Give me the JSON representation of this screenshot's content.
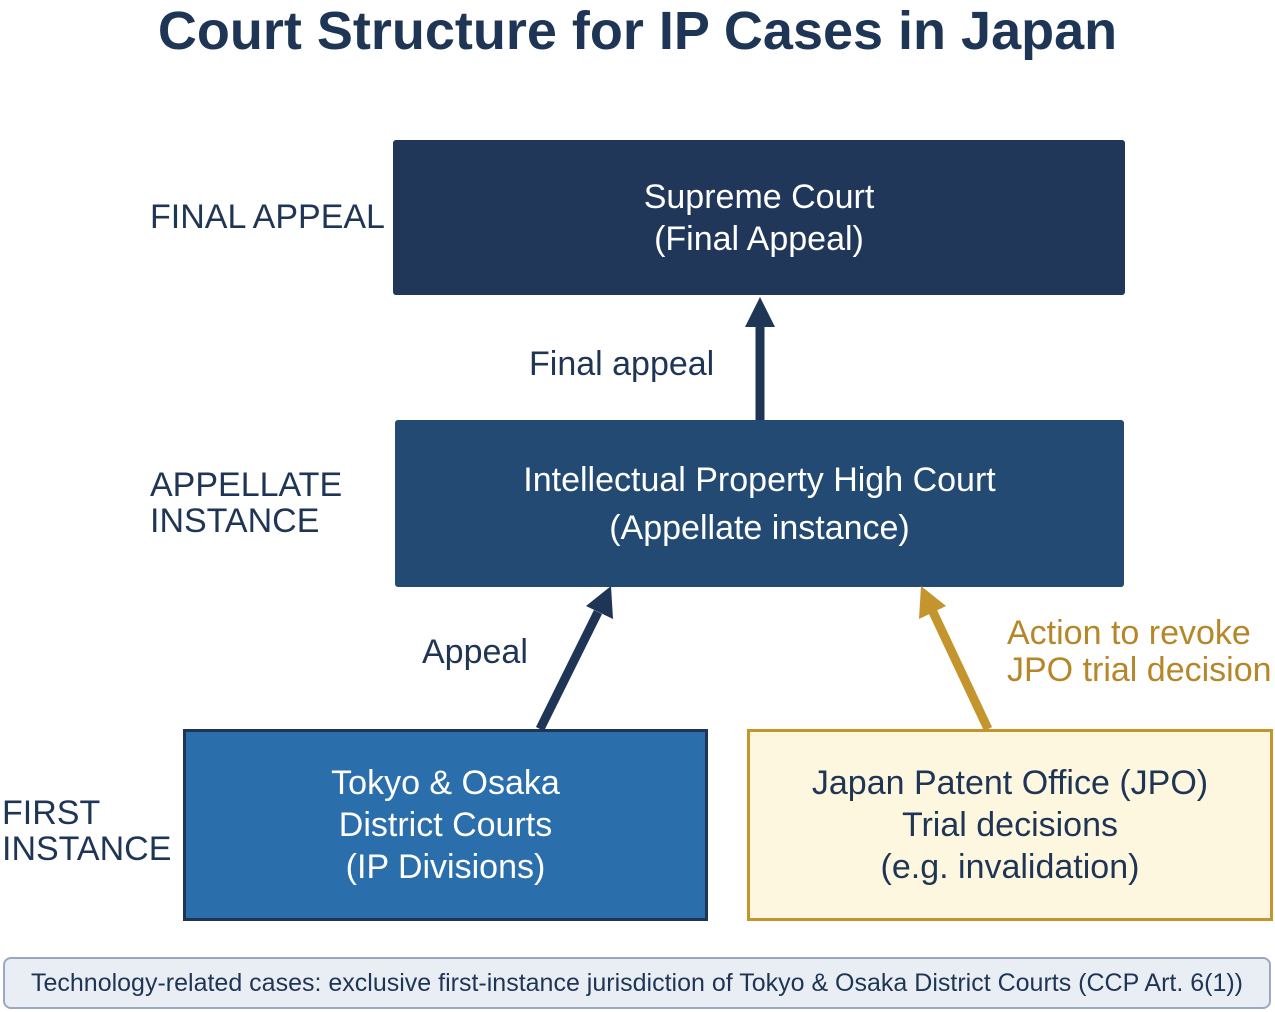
{
  "title": "Court Structure for IP Cases in Japan",
  "levels": {
    "final_appeal": "FINAL APPEAL",
    "appellate_instance": "APPELLATE\nINSTANCE",
    "first_instance": "FIRST\nINSTANCE"
  },
  "boxes": {
    "supreme_court": [
      "Supreme Court",
      "(Final Appeal)"
    ],
    "ip_high_court": [
      "Intellectual Property High Court",
      "(Appellate instance)"
    ],
    "district_courts": [
      "Tokyo & Osaka",
      "District Courts",
      "(IP Divisions)"
    ],
    "jpo": [
      "Japan Patent Office (JPO)",
      "Trial decisions",
      "(e.g. invalidation)"
    ]
  },
  "edges": {
    "final_appeal": "Final appeal",
    "appeal": "Appeal",
    "revoke": "Action to revoke\nJPO trial decision"
  },
  "footer": "Technology-related cases: exclusive first-instance jurisdiction of Tokyo & Osaka District Courts (CCP Art. 6(1))",
  "colors": {
    "navy": "#1f3555",
    "supreme_fill": "#20375a",
    "high_court_fill": "#234a72",
    "district_fill": "#2a6fab",
    "jpo_fill": "#fdf7e0",
    "gold": "#c4942d"
  }
}
